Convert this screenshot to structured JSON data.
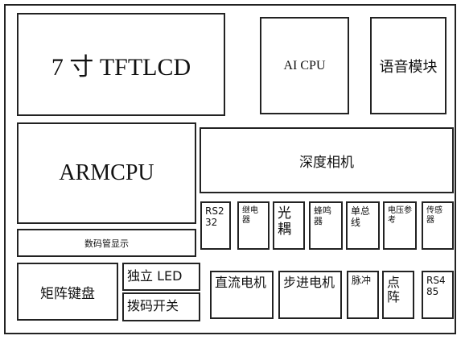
{
  "blocks": {
    "tftlcd": "7 寸 TFTLCD",
    "ai_cpu": "AI CPU",
    "voice_module": "语音模块",
    "armcpu": "ARMCPU",
    "depth_camera": "深度相机",
    "rs232": "RS2 32",
    "relay": "继电器",
    "optocoupler": "光耦",
    "buzzer": "蜂鸣器",
    "single_bus": "单总线",
    "voltage_ref": "电压参考",
    "sensor": "传感器",
    "segment_display": "数码管显示",
    "matrix_keypad": "矩阵键盘",
    "independent_led": "独立 LED",
    "dip_switch": "拨码开关",
    "dc_motor": "直流电机",
    "stepper_motor": "步进电机",
    "pulse": "脉冲",
    "dot_matrix": "点阵",
    "rs485": "RS4 85"
  }
}
